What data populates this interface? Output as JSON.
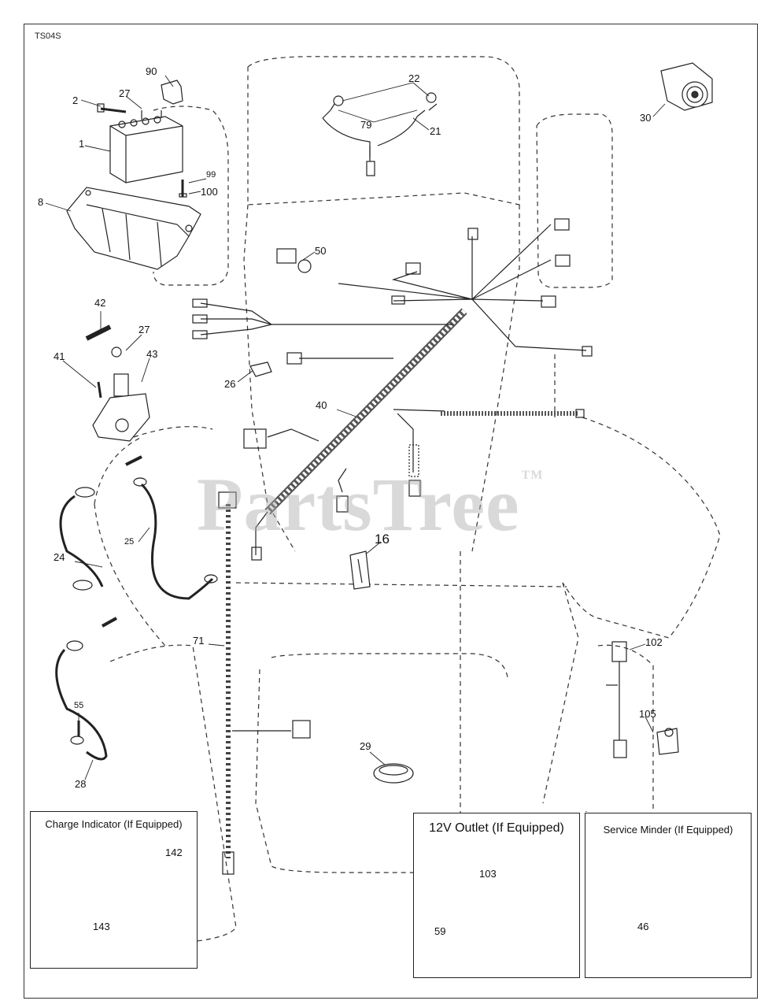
{
  "diagram_ref": "TS04S",
  "watermark": {
    "text": "PartsTree",
    "trademark": "TM"
  },
  "callouts": {
    "c90": "90",
    "c27a": "27",
    "c2": "2",
    "c1": "1",
    "c99": "99",
    "c100": "100",
    "c8": "8",
    "c22": "22",
    "c79": "79",
    "c21": "21",
    "c30": "30",
    "c50": "50",
    "c42": "42",
    "c27b": "27",
    "c43": "43",
    "c41": "41",
    "c26": "26",
    "c40": "40",
    "c25": "25",
    "c24": "24",
    "c16": "16",
    "c71": "71",
    "c55": "55",
    "c28": "28",
    "c29": "29",
    "c102": "102",
    "c105": "105",
    "c142": "142",
    "c143": "143",
    "c103": "103",
    "c59": "59",
    "c46": "46"
  },
  "inset_boxes": {
    "charge_indicator": {
      "title": "Charge Indicator (If Equipped)"
    },
    "outlet_12v": {
      "title": "12V Outlet (If Equipped)"
    },
    "service_minder": {
      "title": "Service Minder (If Equipped)"
    }
  },
  "colors": {
    "line": "#222222",
    "watermark": "#aaaaaa",
    "background": "#ffffff"
  }
}
